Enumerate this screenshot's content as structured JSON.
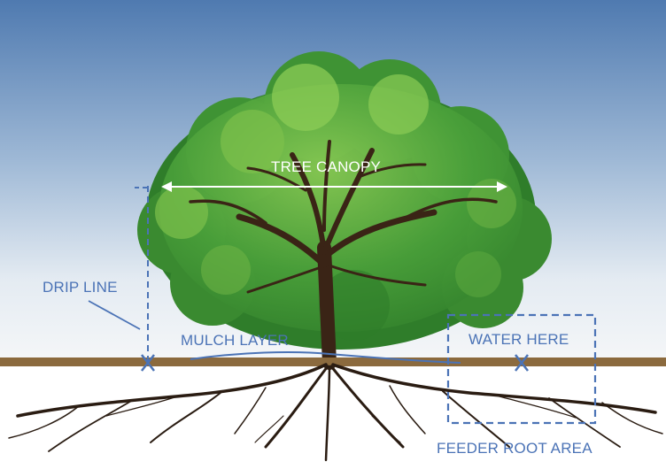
{
  "labels": {
    "tree_canopy": "TREE CANOPY",
    "drip_line": "DRIP LINE",
    "mulch_layer": "MULCH LAYER",
    "water_here": "WATER HERE",
    "feeder_root_area": "FEEDER ROOT AREA"
  },
  "colors": {
    "sky_top": "#4f7ab0",
    "sky_bottom": "#f2f5f8",
    "ground_band": "#8b6a3e",
    "annotation_blue": "#4b73b6",
    "canopy_label": "#ffffff",
    "foliage_dark": "#2f7d2a",
    "foliage_mid": "#4aa03a",
    "foliage_light": "#8ccc55",
    "trunk": "#3a2416"
  },
  "icons": [
    "tree-canopy-illustration",
    "tree-trunk-illustration",
    "root-system-illustration",
    "x-mark-icon"
  ]
}
